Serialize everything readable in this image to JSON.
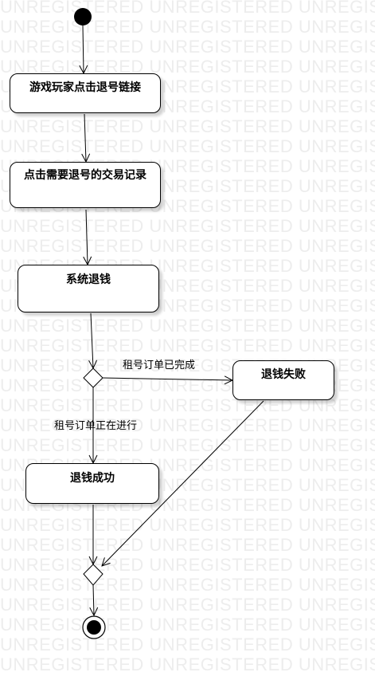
{
  "watermark": {
    "text": "UNREGISTERED"
  },
  "activities": {
    "click_link": "游戏玩家点击退号链接",
    "select_record": "点击需要退号的交易记录",
    "system_refund": "系统退钱",
    "refund_failed": "退钱失败",
    "refund_success": "退钱成功"
  },
  "guards": {
    "order_completed": "租号订单已完成",
    "order_in_progress": "租号订单正在进行"
  }
}
